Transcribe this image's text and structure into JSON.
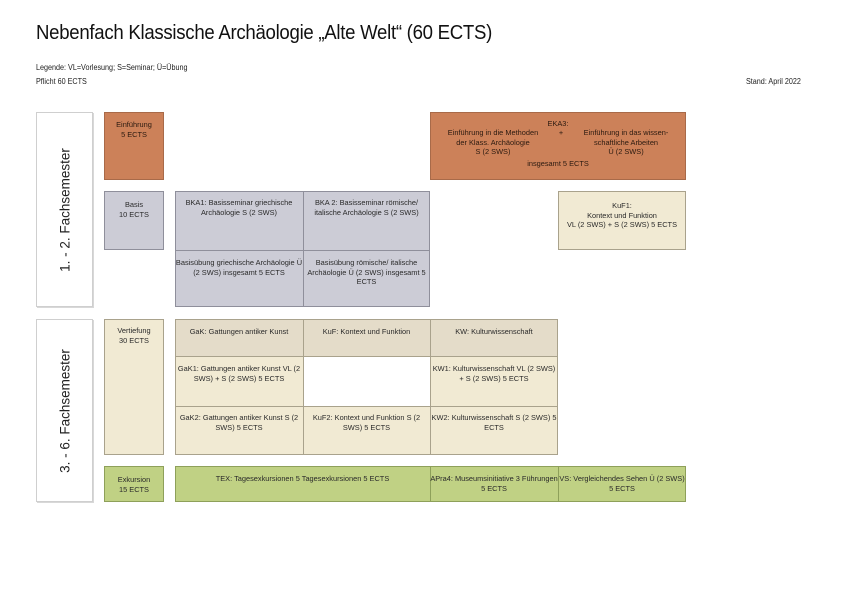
{
  "header": {
    "title": "Nebenfach Klassische Archäologie „Alte Welt“ (60 ECTS)",
    "legend": "Legende: VL=Vorlesung; S=Seminar; Ü=Übung",
    "mandatory": "Pflicht 60 ECTS",
    "status": "Stand: April 2022"
  },
  "colors": {
    "einfuehrung": "#cc8159",
    "basis": "#ccccd6",
    "vertiefung": "#f1ead3",
    "vertiefung_header": "#e4dcc9",
    "exkursion": "#c0d184"
  },
  "semesters": [
    {
      "label": "1. - 2. Fachsemester"
    },
    {
      "label": "3. - 6. Fachsemester"
    }
  ],
  "einfuehrung": {
    "label": {
      "title": "Einführung",
      "ects": "5 ECTS"
    },
    "eka3": {
      "code": "EKA3:",
      "left": [
        "Einführung in die Methoden",
        "der Klass. Archäologie",
        "S (2 SWS)"
      ],
      "plus": "+",
      "right": [
        "Einführung in das wissen-",
        "schaftliche Arbeiten",
        "Ü (2 SWS)"
      ],
      "total": "insgesamt 5 ECTS"
    }
  },
  "basis": {
    "label": {
      "title": "Basis",
      "ects": "10 ECTS"
    },
    "bka1_seminar": [
      "BKA1:",
      "Basisseminar",
      "griechische Archäologie",
      "S (2 SWS)"
    ],
    "bka2_seminar": [
      "BKA 2:",
      "Basisseminar römische/",
      "italische Archäologie",
      "S (2 SWS)"
    ],
    "bka1_uebung": [
      "Basisübung",
      "griechische Archäologie",
      "Ü (2 SWS)",
      "insgesamt 5 ECTS"
    ],
    "bka2_uebung": [
      "Basisübung römische/",
      "italische Archäologie",
      "Ü (2 SWS)",
      "insgesamt 5 ECTS"
    ],
    "kuf1": [
      "KuF1:",
      "Kontext und Funktion",
      "VL (2 SWS) + S (2 SWS) 5 ECTS"
    ]
  },
  "vertiefung": {
    "label": {
      "title": "Vertiefung",
      "ects": "30 ECTS"
    },
    "headers": [
      [
        "GaK:",
        "Gattungen antiker Kunst"
      ],
      [
        "KuF:",
        "Kontext und Funktion"
      ],
      [
        "KW:",
        "Kulturwissenschaft"
      ]
    ],
    "row1": [
      [
        "GaK1:",
        "Gattungen antiker Kunst",
        "VL (2 SWS) + S (2 SWS) 5 ECTS"
      ],
      [],
      [
        "KW1:",
        "Kulturwissenschaft",
        "VL (2 SWS) + S (2 SWS) 5 ECTS"
      ]
    ],
    "row2": [
      [
        "GaK2:",
        "Gattungen antiker Kunst",
        "S (2 SWS) 5 ECTS"
      ],
      [
        "KuF2:",
        "Kontext und Funktion",
        "S (2 SWS) 5 ECTS"
      ],
      [
        "KW2:",
        "Kulturwissenschaft",
        "S (2 SWS) 5 ECTS"
      ]
    ]
  },
  "exkursion": {
    "label": {
      "title": "Exkursion",
      "ects": "15 ECTS"
    },
    "tex": [
      "TEX: Tagesexkursionen",
      "5 Tagesexkursionen 5 ECTS"
    ],
    "apra4": [
      "APra4: Museumsinitiative",
      "3 Führungen 5 ECTS"
    ],
    "vs": [
      "VS: Vergleichendes Sehen",
      "Ü (2 SWS) 5 ECTS"
    ]
  }
}
